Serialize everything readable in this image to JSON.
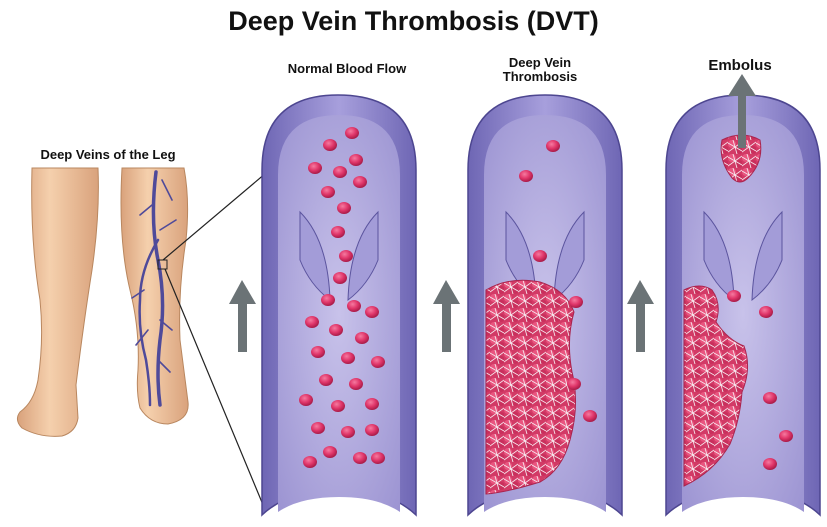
{
  "title": "Deep Vein Thrombosis (DVT)",
  "labels": {
    "legs": "Deep Veins of the Leg",
    "normal": "Normal Blood Flow",
    "dvt_line1": "Deep Vein",
    "dvt_line2": "Thrombosis",
    "embolus": "Embolus"
  },
  "colors": {
    "vein_wall": "#8f86c8",
    "vein_wall_dark": "#5d55a0",
    "vein_interior": "#b5aee0",
    "blood_cell": "#e0366a",
    "clot": "#d94770",
    "skin": "#f0c7a2",
    "arrow": "#6b7376"
  }
}
